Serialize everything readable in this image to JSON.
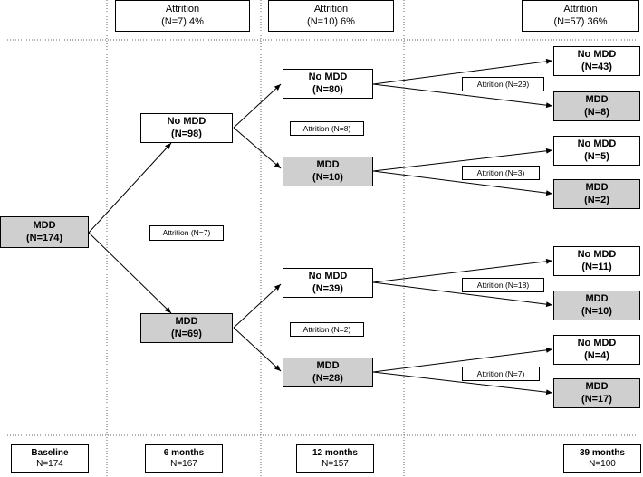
{
  "header": {
    "attrition_6m": {
      "label": "Attrition",
      "value": "(N=7) 4%"
    },
    "attrition_12m": {
      "label": "Attrition",
      "value": "(N=10) 6%"
    },
    "attrition_39m": {
      "label": "Attrition",
      "value": "(N=57) 36%"
    }
  },
  "nodes": {
    "baseline_mdd": {
      "label": "MDD",
      "n": "(N=174)"
    },
    "m6_nomdd": {
      "label": "No MDD",
      "n": "(N=98)"
    },
    "m6_mdd": {
      "label": "MDD",
      "n": "(N=69)"
    },
    "m12_a_nomdd": {
      "label": "No MDD",
      "n": "(N=80)"
    },
    "m12_a_mdd": {
      "label": "MDD",
      "n": "(N=10)"
    },
    "m12_b_nomdd": {
      "label": "No MDD",
      "n": "(N=39)"
    },
    "m12_b_mdd": {
      "label": "MDD",
      "n": "(N=28)"
    },
    "m39_1_nomdd": {
      "label": "No MDD",
      "n": "(N=43)"
    },
    "m39_1_mdd": {
      "label": "MDD",
      "n": "(N=8)"
    },
    "m39_2_nomdd": {
      "label": "No MDD",
      "n": "(N=5)"
    },
    "m39_2_mdd": {
      "label": "MDD",
      "n": "(N=2)"
    },
    "m39_3_nomdd": {
      "label": "No MDD",
      "n": "(N=11)"
    },
    "m39_3_mdd": {
      "label": "MDD",
      "n": "(N=10)"
    },
    "m39_4_nomdd": {
      "label": "No MDD",
      "n": "(N=4)"
    },
    "m39_4_mdd": {
      "label": "MDD",
      "n": "(N=17)"
    }
  },
  "attrition_labels": {
    "baseline": "Attrition (N=7)",
    "m6_nomdd": "Attrition (N=8)",
    "m6_mdd": "Attrition (N=2)",
    "m12_a_nomdd": "Attrition (N=29)",
    "m12_a_mdd": "Attrition (N=3)",
    "m12_b_nomdd": "Attrition (N=18)",
    "m12_b_mdd": "Attrition (N=7)"
  },
  "footer": {
    "baseline": {
      "title": "Baseline",
      "n": "N=174"
    },
    "m6": {
      "title": "6 months",
      "n": "N=167"
    },
    "m12": {
      "title": "12 months",
      "n": "N=157"
    },
    "m39": {
      "title": "39 months",
      "n": "N=100"
    }
  },
  "colors": {
    "mdd_fill": "#cfcfcf",
    "nomdd_fill": "#ffffff",
    "stroke": "#000000",
    "divider": "#666666"
  }
}
